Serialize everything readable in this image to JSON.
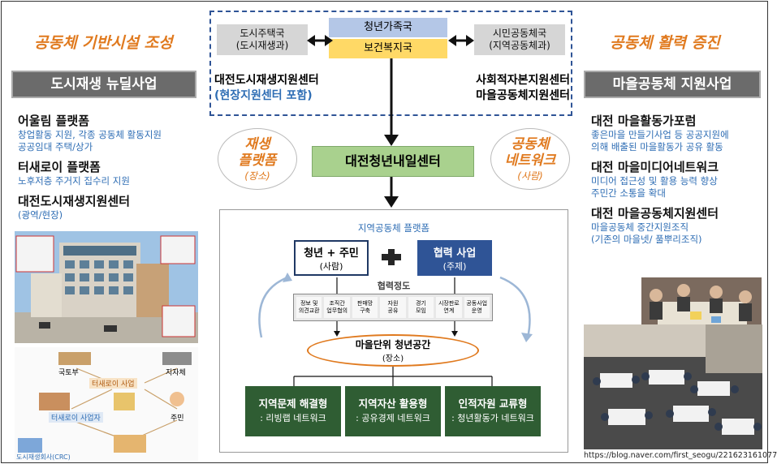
{
  "left": {
    "title": "공동체 기반시설 조성",
    "banner": "도시재생 뉴딜사업",
    "items": [
      {
        "head": "어울림 플랫폼",
        "sub": [
          "창업활동 지원, 각종 공동체 활동지원",
          "공공임대 주택/상가"
        ]
      },
      {
        "head": "터새로이 플랫폼",
        "sub": [
          "노후저층 주거지 집수리 지원"
        ]
      },
      {
        "head": "대전도시재생지원센터",
        "sub": [
          "(광역/현장)"
        ]
      }
    ],
    "diagram": {
      "n1": "국토부",
      "n2": "지자체",
      "n3": "터새로이 사업",
      "n4": "터새로이 사업자",
      "n5": "주민",
      "n6": "도시재생회사(CRC)"
    }
  },
  "right": {
    "title": "공동체 활력 증진",
    "banner": "마을공동체 지원사업",
    "items": [
      {
        "head": "대전 마을활동가포럼",
        "sub": [
          "좋은마을 만들기사업 등 공공지원에",
          "의해 배출된 마을활동가 공유 활동"
        ]
      },
      {
        "head": "대전 마을미디어네트워크",
        "sub": [
          "미디어 접근성 및 활용 능력 향상",
          "주민간 소통을 확대"
        ]
      },
      {
        "head": "대전 마을공동체지원센터",
        "sub": [
          "마을공동체 중간지원조직",
          "(기존의 마을넷/ 풀뿌리조직)"
        ]
      }
    ],
    "caption": "https://blog.naver.com/first_seogu/221623161077"
  },
  "center": {
    "left_office": [
      "도시주택국",
      "(도시재생과)"
    ],
    "top_bureau": "청년가족국",
    "bottom_bureau": "보건복지국",
    "right_office": [
      "시민공동체국",
      "(지역공동체과)"
    ],
    "left_center": "대전도시재생지원센터",
    "left_center_sub": "(현장지원센터 포함)",
    "right_center": [
      "사회적자본지원센터",
      "마을공동체지원센터"
    ],
    "oval_left": {
      "main": [
        "재생",
        "플랫폼"
      ],
      "sub": "(장소)"
    },
    "oval_right": {
      "main": [
        "공동체",
        "네트워크"
      ],
      "sub": "(사람)"
    },
    "main_center": "대전청년내일센터"
  },
  "platform": {
    "title": "지역공동체 플랫폼",
    "box_left": {
      "main": "청년 + 주민",
      "sub": "(사람)"
    },
    "box_right": {
      "main": "협력 사업",
      "sub": "(주제)"
    },
    "cooperation_label": "협력정도",
    "steps": [
      [
        "정보 및",
        "의견교환"
      ],
      [
        "조직간",
        "업무협의"
      ],
      [
        "판매망",
        "구축"
      ],
      [
        "자원",
        "공유"
      ],
      [
        "경기",
        "모임"
      ],
      [
        "시장판로",
        "연계"
      ],
      [
        "공동사업",
        "운영"
      ]
    ],
    "space": {
      "main": "마을단위 청년공간",
      "sub": "(장소)"
    },
    "types": [
      {
        "main": "지역문제 해결형",
        "sub": ": 리빙랩 네트워크"
      },
      {
        "main": "지역자산 활용형",
        "sub": ": 공유경제 네트워크"
      },
      {
        "main": "인적자원 교류형",
        "sub": ": 청년활동가 네트워크"
      }
    ]
  },
  "colors": {
    "accent_orange": "#e07a1f",
    "blue_text": "#2e6db4",
    "bureau_blue": "#b4c7e7",
    "bureau_yellow": "#ffd966",
    "center_green": "#a9d18e",
    "type_green": "#2f5d33"
  }
}
